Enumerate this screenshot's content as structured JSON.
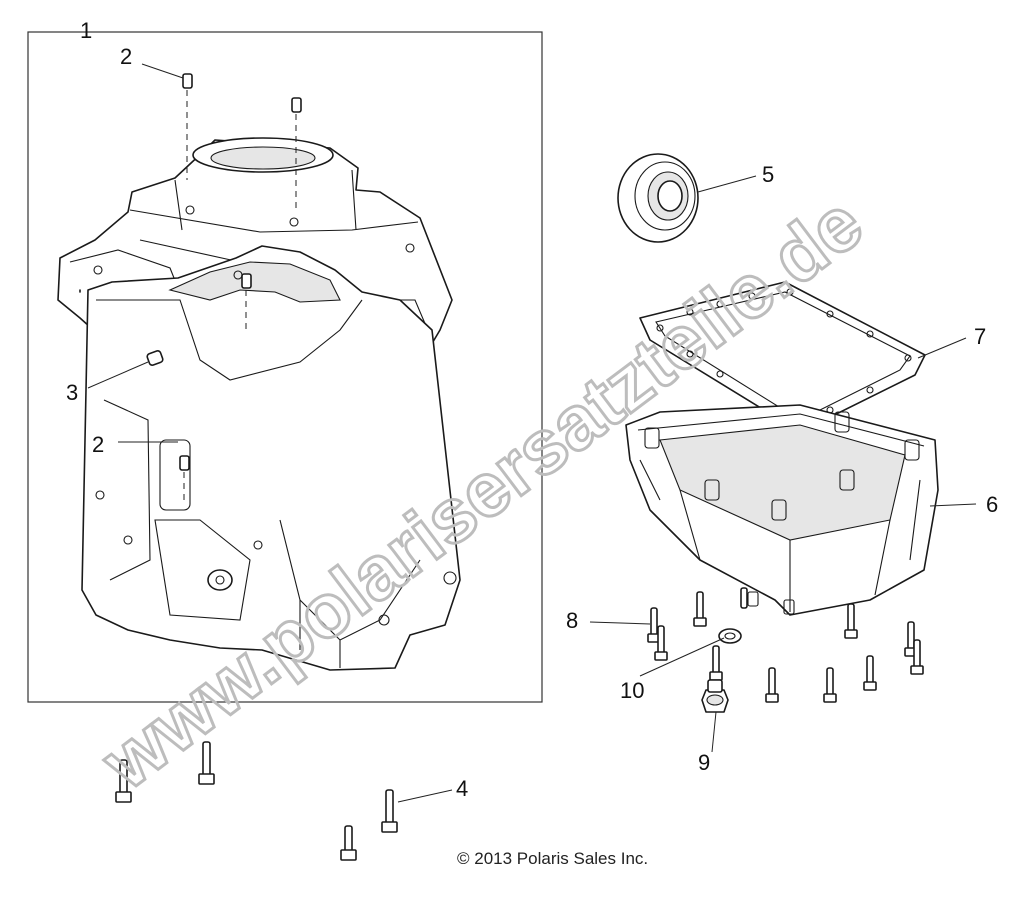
{
  "callouts": {
    "c1": "1",
    "c2a": "2",
    "c2b": "2",
    "c3": "3",
    "c4": "4",
    "c5": "5",
    "c6": "6",
    "c7": "7",
    "c8": "8",
    "c9": "9",
    "c10": "10"
  },
  "copyright": "© 2013 Polaris Sales Inc.",
  "watermark": "www.polarisersatzteile.de",
  "colors": {
    "line": "#1a1a1a",
    "watermark": "#bdbdbd",
    "background": "#ffffff"
  }
}
